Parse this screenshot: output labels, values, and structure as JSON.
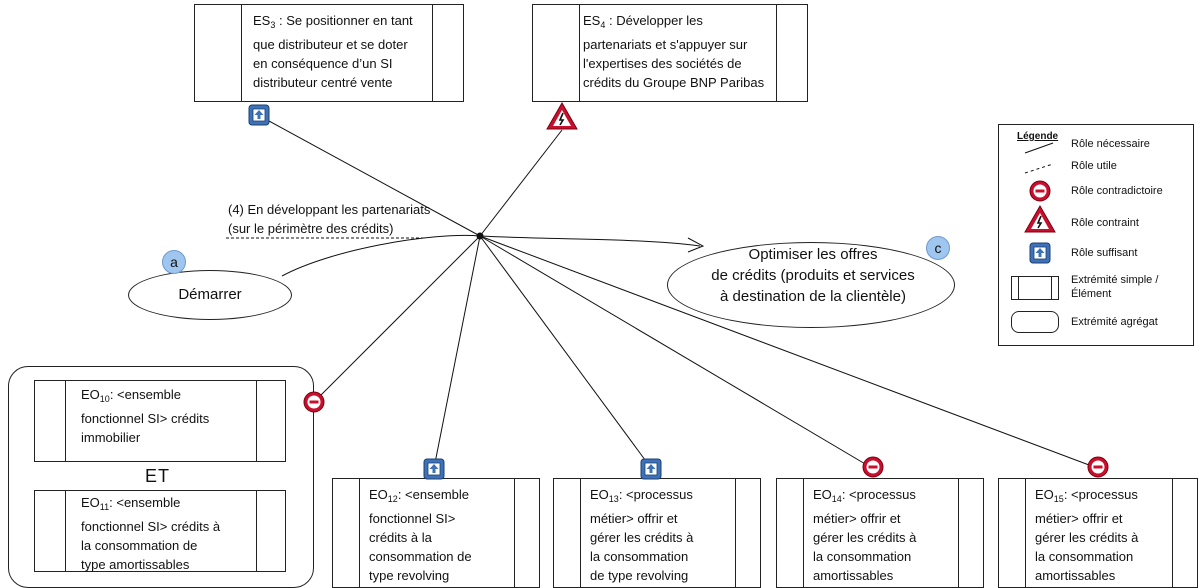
{
  "top_boxes": [
    {
      "code": "ES",
      "sub": "3",
      "text": " : Se positionner en tant\nque distributeur et se doter\nen conséquence d’un SI\ndistributeur centré vente"
    },
    {
      "code": "ES",
      "sub": "4",
      "text": " : Développer les\npartenariats et s'appuyer sur\nl'expertises des sociétés de\ncrédits du Groupe BNP Paribas"
    }
  ],
  "goal_label": "(4) En développant les partenariats\n(sur le périmètre des crédits)",
  "start": {
    "badge": "a",
    "text": "Démarrer"
  },
  "target": {
    "badge": "c",
    "text": "Optimiser les offres\nde crédits (produits et services\nà destination de la clientèle)"
  },
  "aggregate": {
    "connector": "ET",
    "items": [
      {
        "code": "EO",
        "sub": "10",
        "text": ": <ensemble\nfonctionnel SI> crédits\nimmobilier"
      },
      {
        "code": "EO",
        "sub": "11",
        "text": ": <ensemble\nfonctionnel SI> crédits à\nla consommation de\ntype amortissables"
      }
    ]
  },
  "bottom_boxes": [
    {
      "code": "EO",
      "sub": "12",
      "text": ": <ensemble\nfonctionnel SI>\ncrédits à la\nconsommation de\ntype revolving"
    },
    {
      "code": "EO",
      "sub": "13",
      "text": ": <processus\nmétier> offrir et\ngérer les crédits à\nla consommation\nde type revolving"
    },
    {
      "code": "EO",
      "sub": "14",
      "text": ": <processus\nmétier> offrir et\ngérer les crédits à\nla consommation\namortissables"
    },
    {
      "code": "EO",
      "sub": "15",
      "text": ": <processus\nmétier> offrir et\ngérer les crédits à\nla consommation\namortissables"
    }
  ],
  "legend": {
    "title": "Légende",
    "items": [
      {
        "icon": "solid-line-icon",
        "label": "Rôle nécessaire"
      },
      {
        "icon": "dashed-line-icon",
        "label": "Rôle utile"
      },
      {
        "icon": "contradiction-icon",
        "label": "Rôle contradictoire"
      },
      {
        "icon": "warning-triangle-icon",
        "label": "Rôle contraint"
      },
      {
        "icon": "sufficient-icon",
        "label": "Rôle suffisant"
      },
      {
        "icon": "simple-endpoint-icon",
        "label": "Extrémité simple /\nÉlément"
      },
      {
        "icon": "aggregate-endpoint-icon",
        "label": "Extrémité agrégat"
      }
    ]
  },
  "colors": {
    "contradiction": "#c8102e",
    "constraint": "#c8102e",
    "sufficient": "#3d72b8",
    "badge": "#9fc6ef"
  }
}
